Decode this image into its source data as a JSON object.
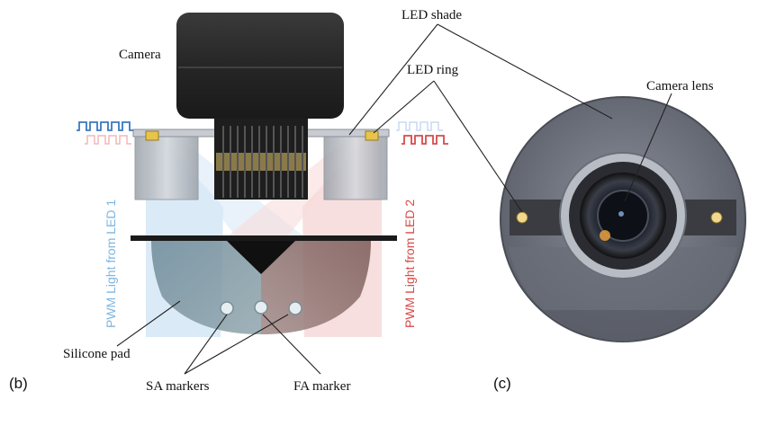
{
  "labels": {
    "camera": "Camera",
    "led_shade": "LED shade",
    "led_ring": "LED ring",
    "camera_lens": "Camera lens",
    "pwm_led1": "PWM Light from LED 1",
    "pwm_led2": "PWM Light from LED 2",
    "silicone_pad": "Silicone pad",
    "sa_markers": "SA markers",
    "fa_marker": "FA marker",
    "panel_b": "(b)",
    "panel_c": "(c)"
  },
  "colors": {
    "led1": "#5aa0d8",
    "led2": "#d84a4a",
    "camera_body": "#2b2b2b",
    "housing": "#b8bcc4",
    "dome": "#7f8f96"
  }
}
